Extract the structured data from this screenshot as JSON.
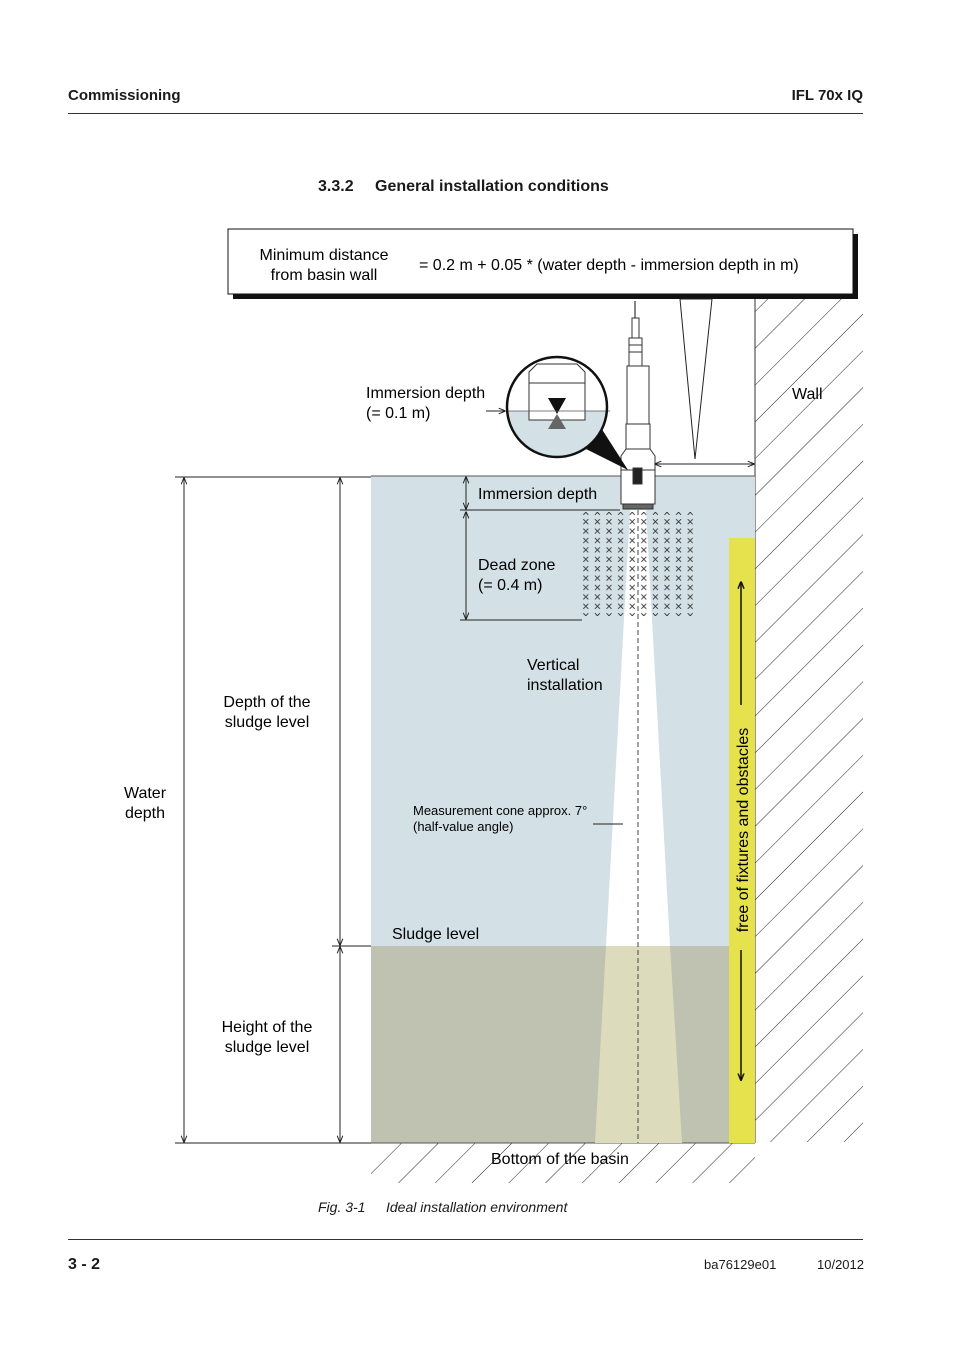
{
  "header": {
    "section": "Commissioning",
    "product": "IFL 70x IQ"
  },
  "section_heading": {
    "number": "3.3.2",
    "title": "General installation conditions"
  },
  "formula_box": {
    "label_line1": "Minimum distance",
    "label_line2": "from basin wall",
    "formula": "= 0.2 m + 0.05 * (water depth - immersion depth in m)"
  },
  "diagram": {
    "immersion_callout_line1": "Immersion depth",
    "immersion_callout_line2": "(= 0.1 m)",
    "wall": "Wall",
    "immersion_depth": "Immersion depth",
    "dead_zone_line1": "Dead zone",
    "dead_zone_line2": "(= 0.4 m)",
    "vertical_line1": "Vertical",
    "vertical_line2": "installation",
    "depth_sludge_line1": "Depth of the",
    "depth_sludge_line2": "sludge level",
    "water_depth_line1": "Water",
    "water_depth_line2": "depth",
    "cone_line1": "Measurement cone approx. 7°",
    "cone_line2": "(half-value angle)",
    "sludge_level": "Sludge level",
    "height_sludge_line1": "Height of the",
    "height_sludge_line2": "sludge level",
    "bottom": "Bottom of the basin",
    "free_zone": "free of fixtures and obstacles"
  },
  "colors": {
    "water": "#d3e1e6",
    "sludge": "#bfc2b1",
    "cone_sludge": "#dcdcbd",
    "free_zone": "#e6e24e"
  },
  "caption": {
    "label": "Fig. 3-1",
    "text": "Ideal installation environment"
  },
  "footer": {
    "page": "3 - 2",
    "doc_id": "ba76129e01",
    "date": "10/2012"
  }
}
